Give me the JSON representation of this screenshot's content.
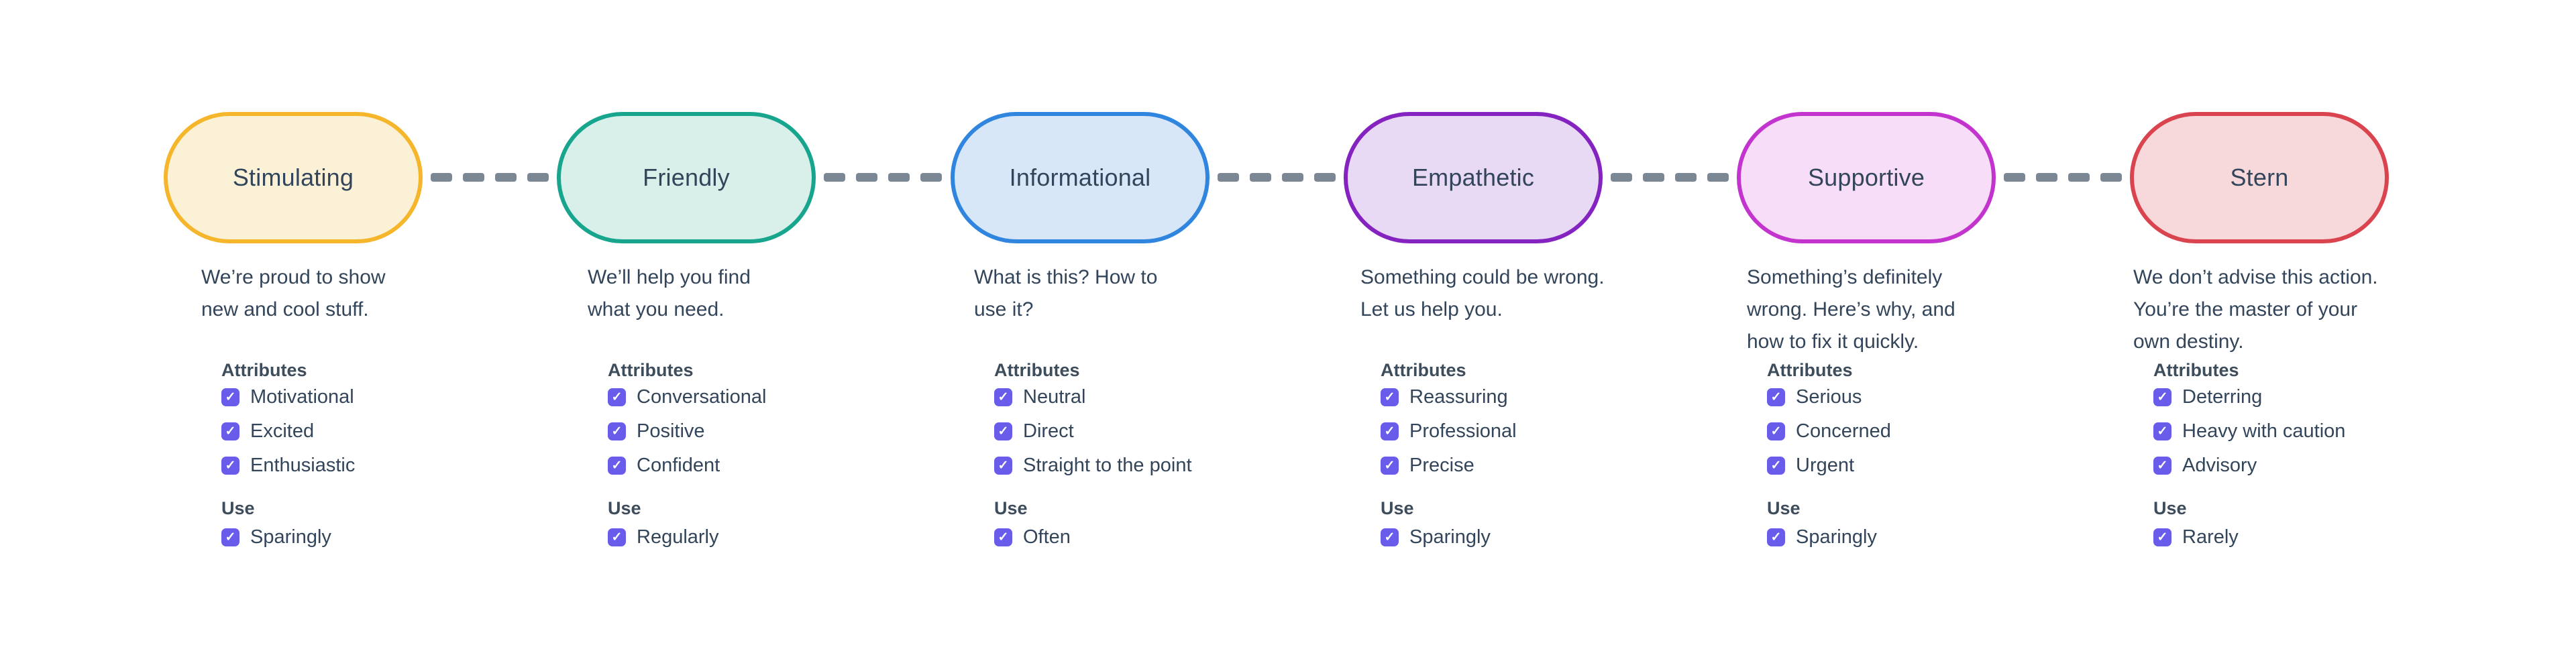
{
  "colors": {
    "text": "#33455A",
    "heading": "#3D4D5C",
    "checkbox_fill": "#6A5CEB",
    "checkmark": "#FFFFFF",
    "connector": "#7B8794",
    "background": "#FFFFFF"
  },
  "labels": {
    "attributes_heading": "Attributes",
    "use_heading": "Use",
    "checkmark_glyph": "✓"
  },
  "tones": [
    {
      "label": "Stimulating",
      "border_color": "#F5B62B",
      "fill_color": "#FBF1D7",
      "description": "We’re proud to show\nnew and cool stuff.",
      "attributes": [
        "Motivational",
        "Excited",
        "Enthusiastic"
      ],
      "use": "Sparingly"
    },
    {
      "label": "Friendly",
      "border_color": "#17A58E",
      "fill_color": "#D8EFEA",
      "description": "We’ll help you find\nwhat you need.",
      "attributes": [
        "Conversational",
        "Positive",
        "Confident"
      ],
      "use": "Regularly"
    },
    {
      "label": "Informational",
      "border_color": "#3085DF",
      "fill_color": "#D7E7F8",
      "description": "What is this? How to\nuse it?",
      "attributes": [
        "Neutral",
        "Direct",
        "Straight to the point"
      ],
      "use": "Often"
    },
    {
      "label": "Empathetic",
      "border_color": "#8423BF",
      "fill_color": "#E8D9F5",
      "description": "Something could be wrong.\nLet us help you.",
      "attributes": [
        "Reassuring",
        "Professional",
        "Precise"
      ],
      "use": "Sparingly"
    },
    {
      "label": "Supportive",
      "border_color": "#C334CF",
      "fill_color": "#F7DDF7",
      "description": "Something’s definitely\nwrong. Here’s why, and\nhow to fix it quickly.",
      "attributes": [
        "Serious",
        "Concerned",
        "Urgent"
      ],
      "use": "Sparingly"
    },
    {
      "label": "Stern",
      "border_color": "#D9444F",
      "fill_color": "#F8D9DB",
      "description": "We don’t advise this action.\nYou’re the master of your\nown destiny.",
      "attributes": [
        "Deterring",
        "Heavy with caution",
        "Advisory"
      ],
      "use": "Rarely"
    }
  ]
}
